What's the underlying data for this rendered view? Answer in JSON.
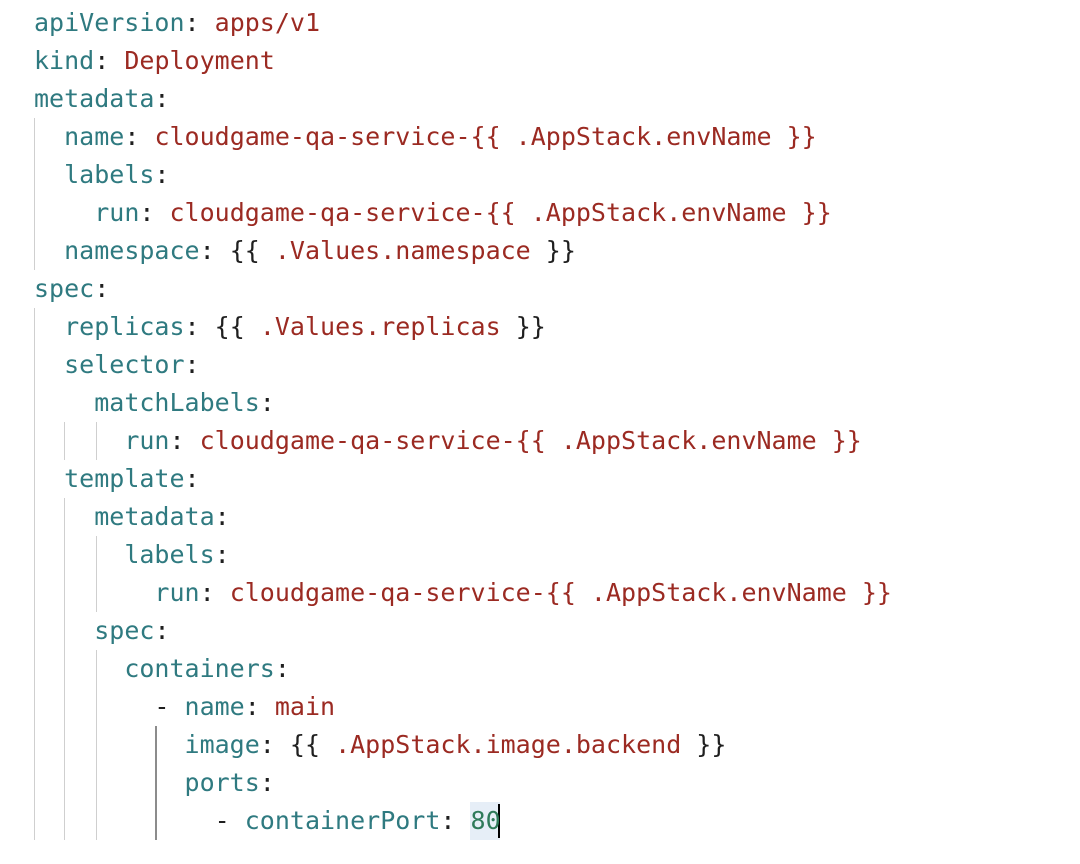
{
  "editor": {
    "lines": [
      {
        "indent": "",
        "key": "apiVersion",
        "value": "apps/v1",
        "vtype": "str"
      },
      {
        "indent": "",
        "key": "kind",
        "value": "Deployment",
        "vtype": "str"
      },
      {
        "indent": "",
        "key": "metadata",
        "value": "",
        "vtype": ""
      },
      {
        "indent": "  ",
        "key": "name",
        "value": "cloudgame-qa-service-{{ .AppStack.envName }}",
        "vtype": "str"
      },
      {
        "indent": "  ",
        "key": "labels",
        "value": "",
        "vtype": ""
      },
      {
        "indent": "    ",
        "key": "run",
        "value": "cloudgame-qa-service-{{ .AppStack.envName }}",
        "vtype": "str"
      },
      {
        "indent": "  ",
        "key": "namespace",
        "value": "{{ .Values.namespace }}",
        "vtype": "tmpl"
      },
      {
        "indent": "",
        "key": "spec",
        "value": "",
        "vtype": ""
      },
      {
        "indent": "  ",
        "key": "replicas",
        "value": "{{ .Values.replicas }}",
        "vtype": "tmpl"
      },
      {
        "indent": "  ",
        "key": "selector",
        "value": "",
        "vtype": ""
      },
      {
        "indent": "    ",
        "key": "matchLabels",
        "value": "",
        "vtype": ""
      },
      {
        "indent": "      ",
        "key": "run",
        "value": "cloudgame-qa-service-{{ .AppStack.envName }}",
        "vtype": "str"
      },
      {
        "indent": "  ",
        "key": "template",
        "value": "",
        "vtype": ""
      },
      {
        "indent": "    ",
        "key": "metadata",
        "value": "",
        "vtype": ""
      },
      {
        "indent": "      ",
        "key": "labels",
        "value": "",
        "vtype": ""
      },
      {
        "indent": "        ",
        "key": "run",
        "value": "cloudgame-qa-service-{{ .AppStack.envName }}",
        "vtype": "str"
      },
      {
        "indent": "    ",
        "key": "spec",
        "value": "",
        "vtype": ""
      },
      {
        "indent": "      ",
        "key": "containers",
        "value": "",
        "vtype": ""
      },
      {
        "indent": "        - ",
        "key": "name",
        "value": "main",
        "vtype": "str"
      },
      {
        "indent": "          ",
        "key": "image",
        "value": "{{ .AppStack.image.backend }}",
        "vtype": "tmpl"
      },
      {
        "indent": "          ",
        "key": "ports",
        "value": "",
        "vtype": ""
      },
      {
        "indent": "            - ",
        "key": "containerPort",
        "value": "80",
        "vtype": "num"
      }
    ]
  }
}
